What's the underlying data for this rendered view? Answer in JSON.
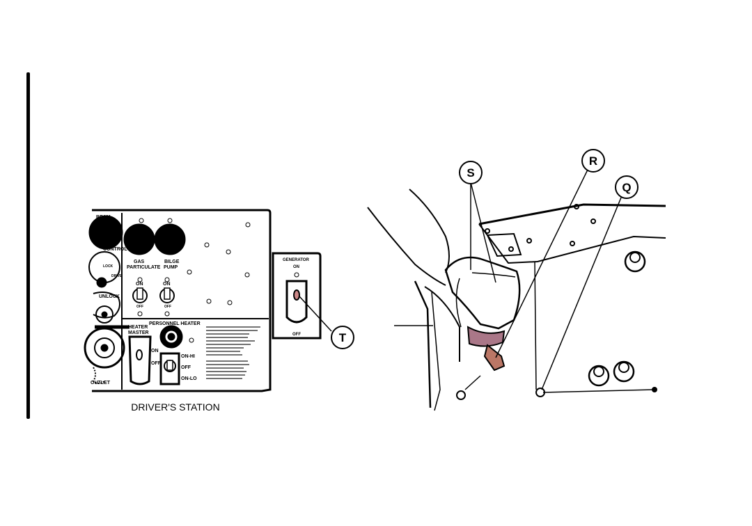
{
  "caption": "DRIVER'S STATION",
  "panel": {
    "beam": "BEAM",
    "control": "CONTROL",
    "lock": "LOCK",
    "drive": "DRIVE",
    "unlock": "UNLOCK",
    "gas_particulate": [
      "GAS",
      "PARTICULATE"
    ],
    "bilge_pump": [
      "BILGE",
      "PUMP"
    ],
    "on": "ON",
    "off": "OFF",
    "heater_master": [
      "HEATER",
      "MASTER"
    ],
    "personnel_heater": "PERSONNEL HEATER",
    "on_hi": "ON-HI",
    "on_lo": "ON-LO",
    "outlet": "OUTLET",
    "generator": "GENERATOR"
  },
  "callouts": {
    "t": "T",
    "s": "S",
    "r": "R",
    "q": "Q"
  }
}
